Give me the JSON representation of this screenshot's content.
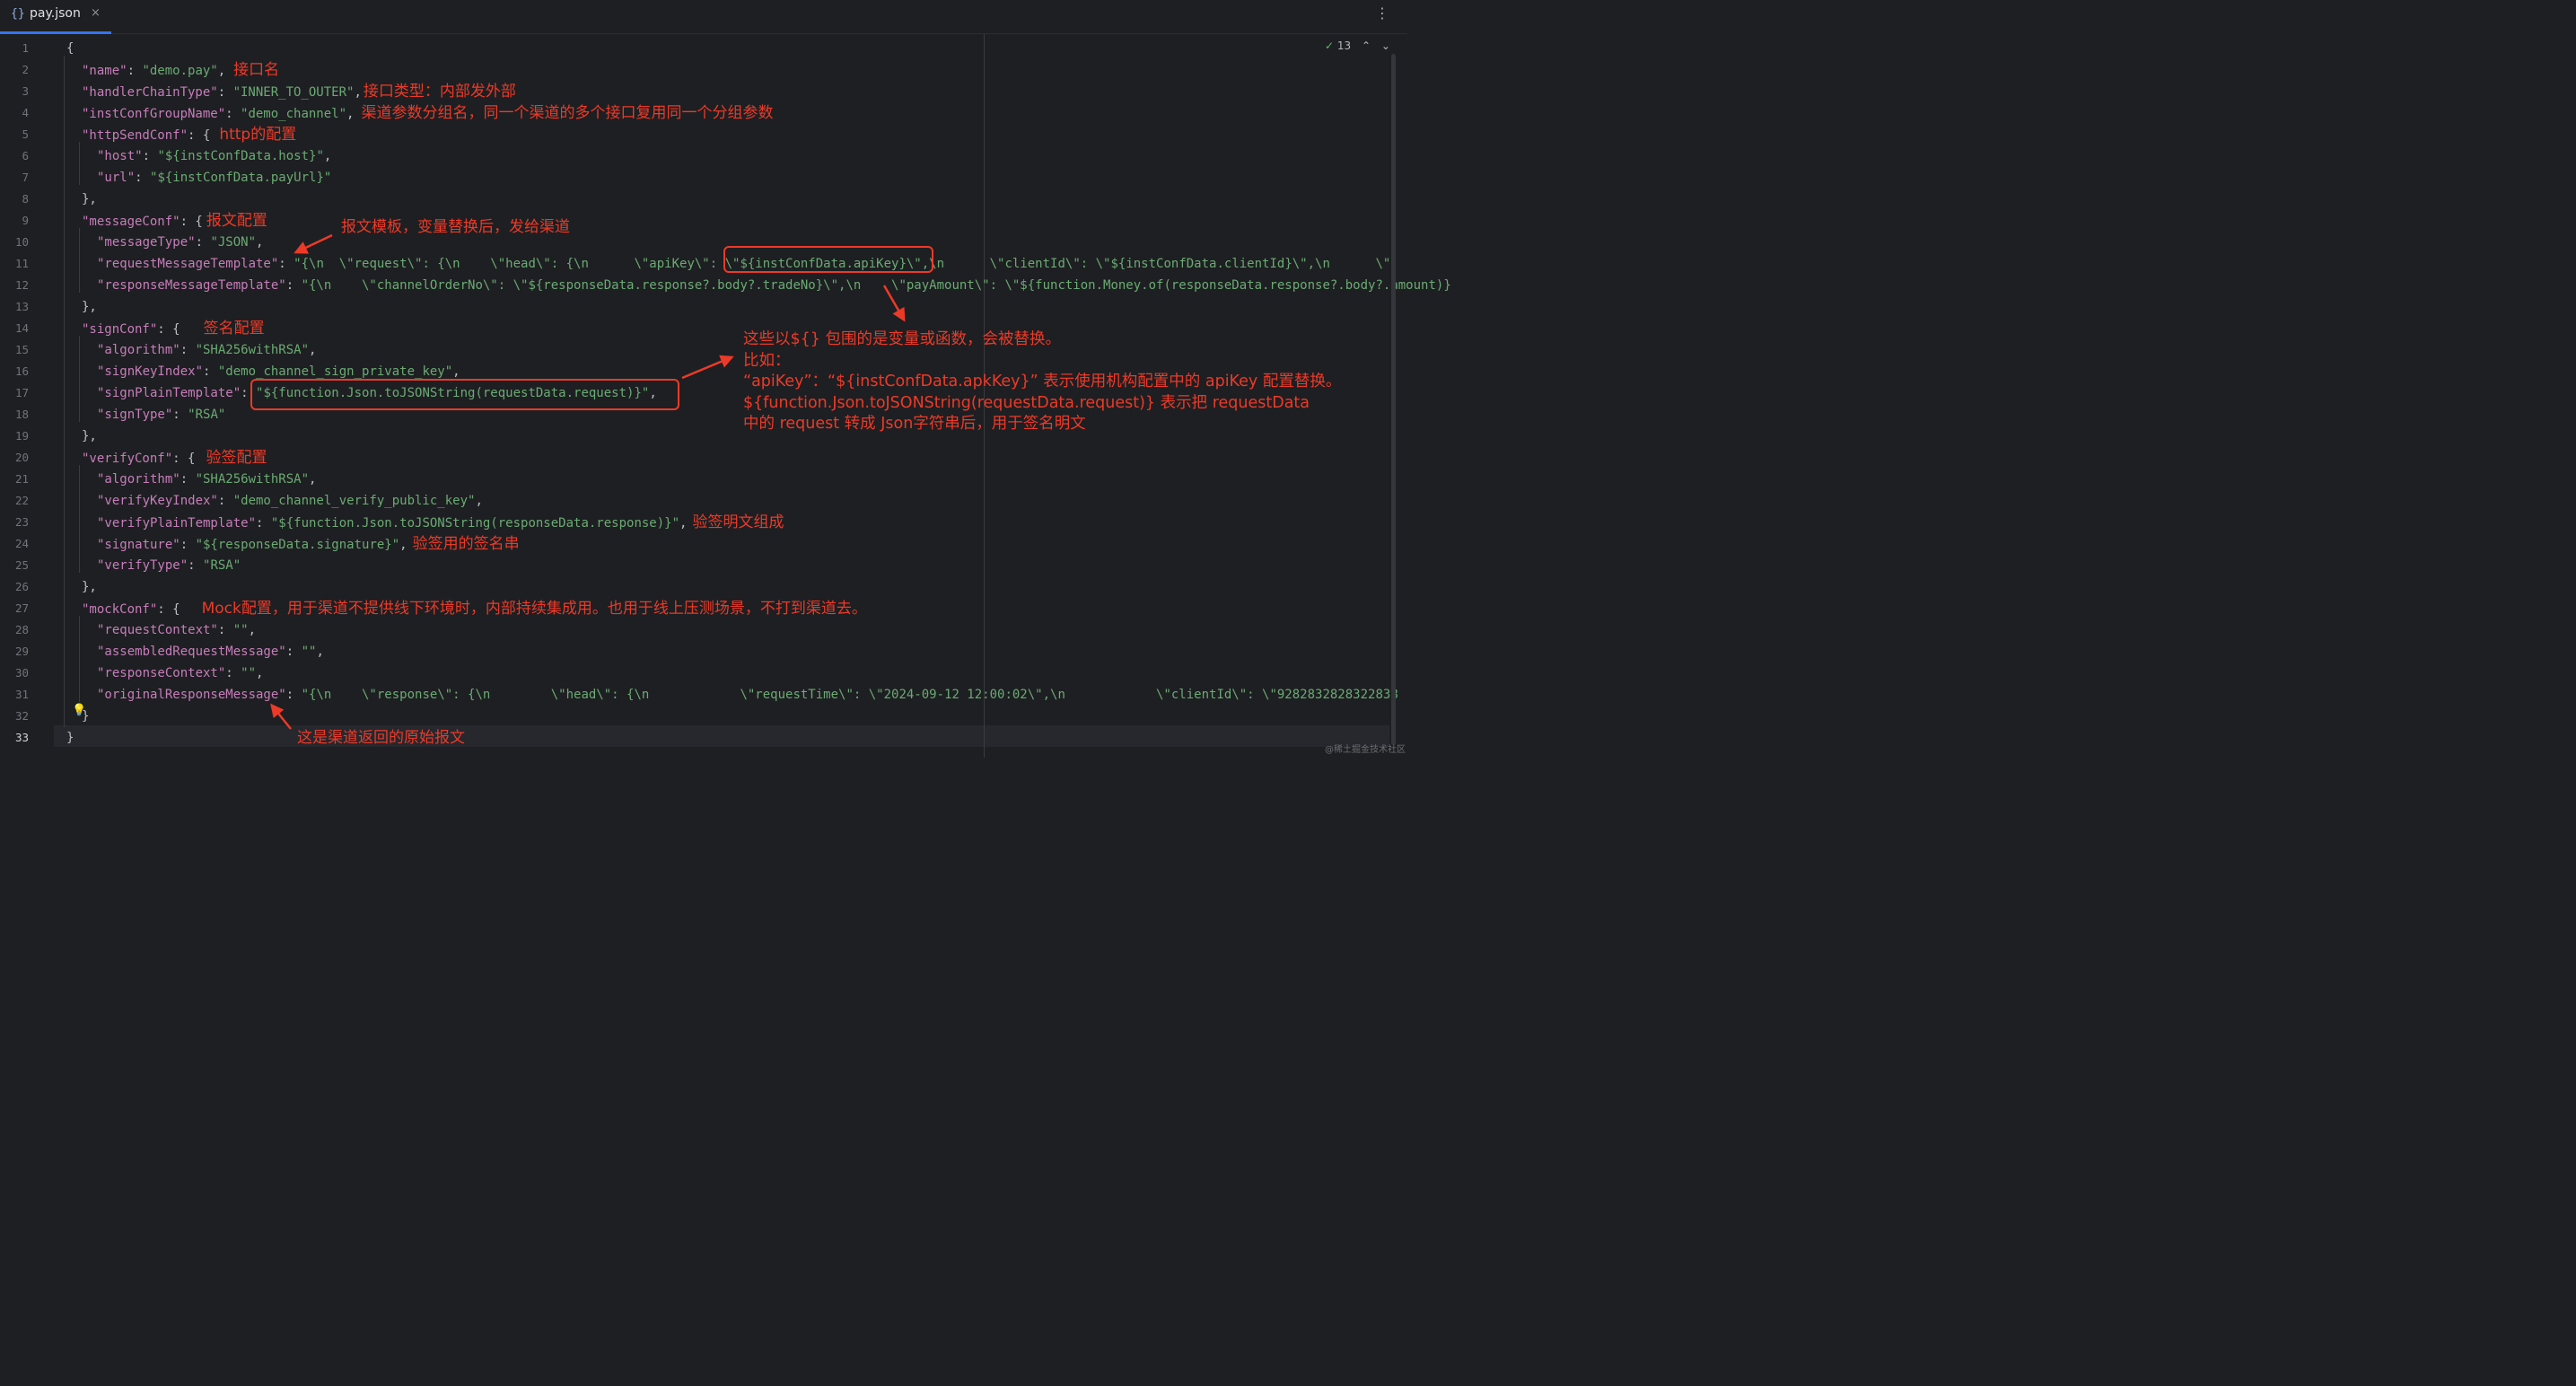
{
  "tab": {
    "icon": "{}",
    "filename": "pay.json",
    "close": "×"
  },
  "menu": {
    "more": "⋮"
  },
  "inspection": {
    "count": "13",
    "up": "⌃",
    "down": "⌄"
  },
  "lines": [
    [
      [
        "p",
        "{"
      ]
    ],
    [
      [
        "k",
        "\"name\""
      ],
      [
        "p",
        ": "
      ],
      [
        "s",
        "\"demo.pay\""
      ],
      [
        "p",
        ","
      ]
    ],
    [
      [
        "k",
        "\"handlerChainType\""
      ],
      [
        "p",
        ": "
      ],
      [
        "s",
        "\"INNER_TO_OUTER\""
      ],
      [
        "p",
        ","
      ]
    ],
    [
      [
        "k",
        "\"instConfGroupName\""
      ],
      [
        "p",
        ": "
      ],
      [
        "s",
        "\"demo_channel\""
      ],
      [
        "p",
        ","
      ]
    ],
    [
      [
        "k",
        "\"httpSendConf\""
      ],
      [
        "p",
        ": {"
      ]
    ],
    [
      [
        "k",
        "\"host\""
      ],
      [
        "p",
        ": "
      ],
      [
        "s",
        "\"${instConfData.host}\""
      ],
      [
        "p",
        ","
      ]
    ],
    [
      [
        "k",
        "\"url\""
      ],
      [
        "p",
        ": "
      ],
      [
        "s",
        "\"${instConfData.payUrl}\""
      ]
    ],
    [
      [
        "p",
        "},"
      ]
    ],
    [
      [
        "k",
        "\"messageConf\""
      ],
      [
        "p",
        ": {"
      ]
    ],
    [
      [
        "k",
        "\"messageType\""
      ],
      [
        "p",
        ": "
      ],
      [
        "s",
        "\"JSON\""
      ],
      [
        "p",
        ","
      ]
    ],
    [
      [
        "k",
        "\"requestMessageTemplate\""
      ],
      [
        "p",
        ": "
      ],
      [
        "s",
        "\"{\\n  \\\"request\\\": {\\n    \\\"head\\\": {\\n      \\\"apiKey\\\": \\\"${instConfData.apiKey}\\\",\\n      \\\"clientId\\\": \\\"${instConfData.clientId}\\\",\\n      \\\""
      ]
    ],
    [
      [
        "k",
        "\"responseMessageTemplate\""
      ],
      [
        "p",
        ": "
      ],
      [
        "s",
        "\"{\\n    \\\"channelOrderNo\\\": \\\"${responseData.response?.body?.tradeNo}\\\",\\n    \\\"payAmount\\\": \\\"${function.Money.of(responseData.response?.body?.amount)}"
      ]
    ],
    [
      [
        "p",
        "},"
      ]
    ],
    [
      [
        "k",
        "\"signConf\""
      ],
      [
        "p",
        ": {"
      ]
    ],
    [
      [
        "k",
        "\"algorithm\""
      ],
      [
        "p",
        ": "
      ],
      [
        "s",
        "\"SHA256withRSA\""
      ],
      [
        "p",
        ","
      ]
    ],
    [
      [
        "k",
        "\"signKeyIndex\""
      ],
      [
        "p",
        ": "
      ],
      [
        "s",
        "\"demo_channel_sign_private_key\""
      ],
      [
        "p",
        ","
      ]
    ],
    [
      [
        "k",
        "\"signPlainTemplate\""
      ],
      [
        "p",
        ": "
      ],
      [
        "s",
        "\"${function.Json.toJSONString(requestData.request)}\""
      ],
      [
        "p",
        ","
      ]
    ],
    [
      [
        "k",
        "\"signType\""
      ],
      [
        "p",
        ": "
      ],
      [
        "s",
        "\"RSA\""
      ]
    ],
    [
      [
        "p",
        "},"
      ]
    ],
    [
      [
        "k",
        "\"verifyConf\""
      ],
      [
        "p",
        ": {"
      ]
    ],
    [
      [
        "k",
        "\"algorithm\""
      ],
      [
        "p",
        ": "
      ],
      [
        "s",
        "\"SHA256withRSA\""
      ],
      [
        "p",
        ","
      ]
    ],
    [
      [
        "k",
        "\"verifyKeyIndex\""
      ],
      [
        "p",
        ": "
      ],
      [
        "s",
        "\"demo_channel_verify_public_key\""
      ],
      [
        "p",
        ","
      ]
    ],
    [
      [
        "k",
        "\"verifyPlainTemplate\""
      ],
      [
        "p",
        ": "
      ],
      [
        "s",
        "\"${function.Json.toJSONString(responseData.response)}\""
      ],
      [
        "p",
        ","
      ]
    ],
    [
      [
        "k",
        "\"signature\""
      ],
      [
        "p",
        ": "
      ],
      [
        "s",
        "\"${responseData.signature}\""
      ],
      [
        "p",
        ","
      ]
    ],
    [
      [
        "k",
        "\"verifyType\""
      ],
      [
        "p",
        ": "
      ],
      [
        "s",
        "\"RSA\""
      ]
    ],
    [
      [
        "p",
        "},"
      ]
    ],
    [
      [
        "k",
        "\"mockConf\""
      ],
      [
        "p",
        ": {"
      ]
    ],
    [
      [
        "k",
        "\"requestContext\""
      ],
      [
        "p",
        ": "
      ],
      [
        "s",
        "\"\""
      ],
      [
        "p",
        ","
      ]
    ],
    [
      [
        "k",
        "\"assembledRequestMessage\""
      ],
      [
        "p",
        ": "
      ],
      [
        "s",
        "\"\""
      ],
      [
        "p",
        ","
      ]
    ],
    [
      [
        "k",
        "\"responseContext\""
      ],
      [
        "p",
        ": "
      ],
      [
        "s",
        "\"\""
      ],
      [
        "p",
        ","
      ]
    ],
    [
      [
        "k",
        "\"originalResponseMessage\""
      ],
      [
        "p",
        ": "
      ],
      [
        "s",
        "\"{\\n    \\\"response\\\": {\\n        \\\"head\\\": {\\n            \\\"requestTime\\\": \\\"2024-09-12 12:00:02\\\",\\n            \\\"clientId\\\": \\\"9282832828322838"
      ]
    ],
    [
      [
        "p",
        "}"
      ]
    ],
    [
      [
        "p",
        "}"
      ]
    ]
  ],
  "inline_notes": {
    "2": "接口名",
    "3": "接口类型：内部发外部",
    "4": "渠道参数分组名，同一个渠道的多个接口复用同一个分组参数",
    "5": "http的配置",
    "9": "报文配置",
    "14": "签名配置",
    "20": "验签配置",
    "23": "验签明文组成",
    "24": "验签用的签名串",
    "27": "Mock配置，用于渠道不提供线下环境时，内部持续集成用。也用于线上压测场景，不打到渠道去。"
  },
  "annotations": {
    "message_template": "报文模板，变量替换后，发给渠道",
    "original_message": "这是渠道返回的原始报文",
    "explain": [
      "这些以${} 包围的是变量或函数，会被替换。",
      "比如：",
      "“apiKey”：“${instConfData.apkKey}” 表示使用机构配置中的 apiKey 配置替换。",
      "${function.Json.toJSONString(requestData.request)} 表示把 requestData",
      "中的 request 转成 Json字符串后，用于签名明文"
    ]
  },
  "current_line": 33,
  "watermark": "@稀土掘金技术社区",
  "colors": {
    "key": "#c77dbb",
    "string": "#6aab73",
    "annotation": "#ec3a28",
    "background": "#1e1f22",
    "tab_underline": "#3574f0"
  }
}
